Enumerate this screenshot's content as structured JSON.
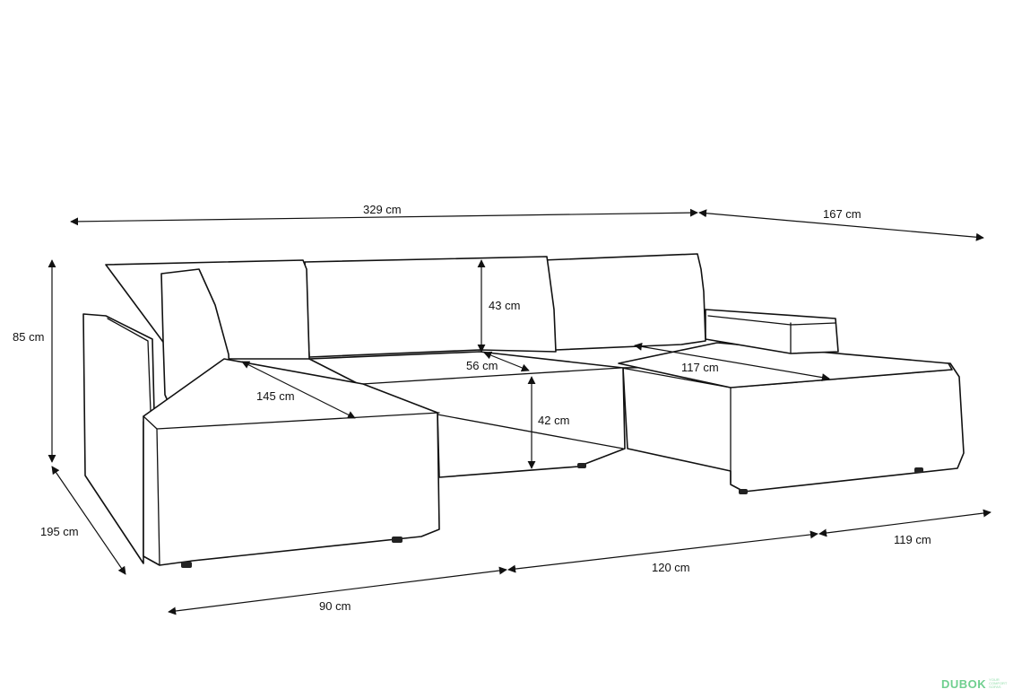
{
  "dimensions": {
    "top_width": "329 cm",
    "top_depth_right": "167 cm",
    "height_total": "85 cm",
    "backrest_height": "43 cm",
    "depth_left": "195 cm",
    "left_seat_length": "145 cm",
    "seat_depth": "56 cm",
    "seat_height": "42 cm",
    "right_seat_length": "117 cm",
    "bottom_left_width": "90 cm",
    "bottom_middle_width": "120 cm",
    "bottom_right_width": "119 cm"
  },
  "logo": {
    "name": "DUBOK",
    "tagline": "YOUR COMFORT SOFAS",
    "color": "#6fcf8f"
  },
  "colors": {
    "line": "#111111",
    "background": "#ffffff"
  }
}
